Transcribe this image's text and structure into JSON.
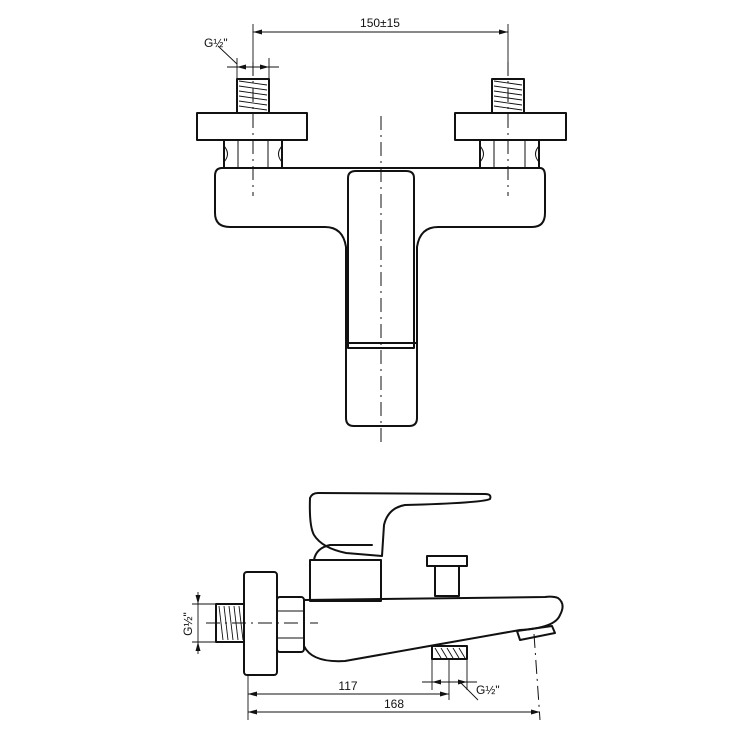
{
  "drawing": {
    "dim_spacing": "150±15",
    "dim_thread_top": "G½\"",
    "dim_thread_side": "G½\"",
    "dim_thread_bottom": "G½\"",
    "dim_offset": "117",
    "dim_length": "168"
  }
}
